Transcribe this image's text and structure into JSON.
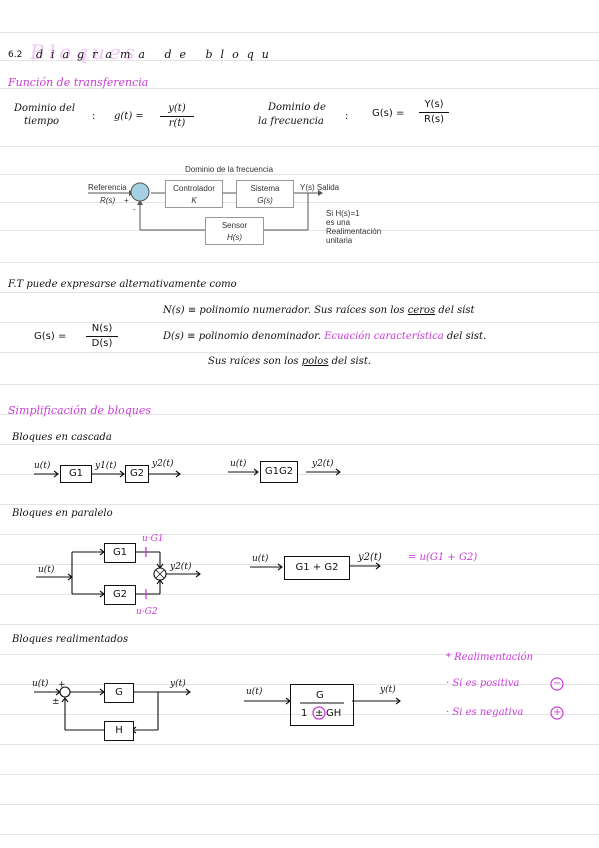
{
  "colors": {
    "accent": "#c93bd8",
    "title_pink": "#f2c6f7",
    "rule": "#e4e4e4",
    "circle_fill": "#a6d0e4"
  },
  "title": {
    "number": "6.2",
    "text": "diagrama de bloqu",
    "overlay": "Bloques"
  },
  "transfer": {
    "heading": "Función de transferencia",
    "time_domain_label": [
      "Dominio del",
      "tiempo"
    ],
    "colon": ":",
    "g_lhs": "g(t) =",
    "g_num": "y(t)",
    "g_den": "r(t)",
    "freq_domain_label": [
      "Dominio de",
      "la frecuencia"
    ],
    "colon2": ":",
    "G_lhs": "G(s) =",
    "G_num": "Y(s)",
    "G_den": "R(s)"
  },
  "printed_diagram": {
    "top_label": "Dominio de la frecuencia",
    "ref_label": [
      "Referencia",
      "R(s)"
    ],
    "plus": "+",
    "minus": "-",
    "controller": [
      "Controlador",
      "K"
    ],
    "system": [
      "Sistema",
      "G(s)"
    ],
    "output_label": "Y(s)  Salida",
    "sensor": [
      "Sensor",
      "H(s)"
    ],
    "note": [
      "Si H(s)=1",
      "es una",
      "Realimentación",
      "unitaria"
    ]
  },
  "ft": {
    "line1": "F.T puede expresarse alternativamente como",
    "lhs": "G(s) =",
    "num": "N(s)",
    "den": "D(s)",
    "n_text": "N(s) ≡ polinomio numerador. Sus raíces son los",
    "ceros": "ceros",
    "n_tail": "del sist",
    "d_text": "D(s) ≡ polinomio denominador.",
    "eq_char": "Ecuación característica",
    "d_tail": "del sist.",
    "roots_line": "Sus raíces son los",
    "polos": "polos",
    "roots_tail": "del sist."
  },
  "simplification": {
    "heading": "Simplificación de bloques",
    "cascade": {
      "heading": "Bloques en cascada",
      "u": "u(t)",
      "g1": "G1",
      "y1": "y1(t)",
      "g2": "G2",
      "y2": "y2(t)",
      "u_r": "u(t)",
      "g1g2": "G1G2",
      "y2_r": "y2(t)"
    },
    "parallel": {
      "heading": "Bloques en paralelo",
      "u": "u(t)",
      "g1": "G1",
      "g2": "G2",
      "ug1": "u·G1",
      "ug2": "u·G2",
      "y2": "y2(t)",
      "u_r": "u(t)",
      "sum_box": "G1 + G2",
      "result_y": "y2(t)",
      "result_eq": "= u(G1 + G2)"
    },
    "feedback": {
      "heading": "Bloques realimentados",
      "u": "u(t)",
      "plus": "+",
      "pm": "±",
      "g": "G",
      "h": "H",
      "y": "y(t)",
      "u_r": "u(t)",
      "num": "G",
      "den_pre": "1",
      "den_sign": "±",
      "den_post": "GH",
      "y_r": "y(t)",
      "note_title": "* Realimentación",
      "note_pos": "· Si es positiva",
      "pos_sym": "−",
      "note_neg": "· Si es negativa",
      "neg_sym": "+"
    }
  }
}
